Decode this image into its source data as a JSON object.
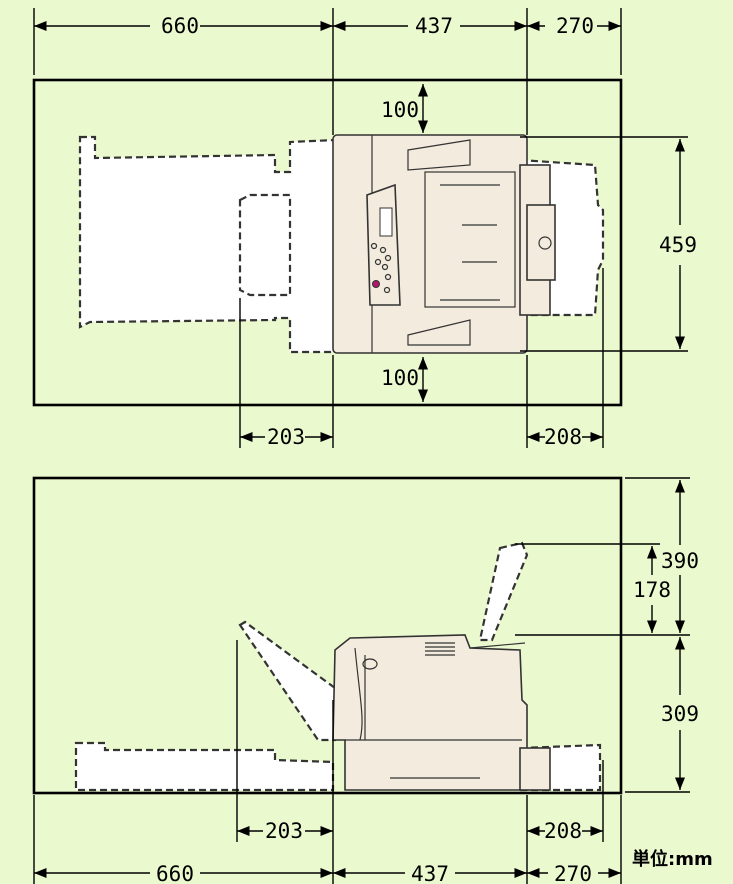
{
  "top_view": {
    "dims": {
      "left_width": "660",
      "printer_width": "437",
      "right_width": "270",
      "clear_rear": "100",
      "clear_front": "100",
      "depth": "459",
      "tray_left": "203",
      "tray_right": "208"
    }
  },
  "side_view": {
    "dims": {
      "total_height": "390",
      "lid_height": "178",
      "printer_height": "309",
      "tray_left": "203",
      "tray_right": "208",
      "left_width": "660",
      "printer_width": "437",
      "right_width": "270"
    }
  },
  "unit_label": "単位:mm",
  "colors": {
    "background": "#ebf9cf",
    "printer_body": "#f3ebdd",
    "ghost_fill": "#ffffff",
    "accent_button": "#b0186a"
  }
}
